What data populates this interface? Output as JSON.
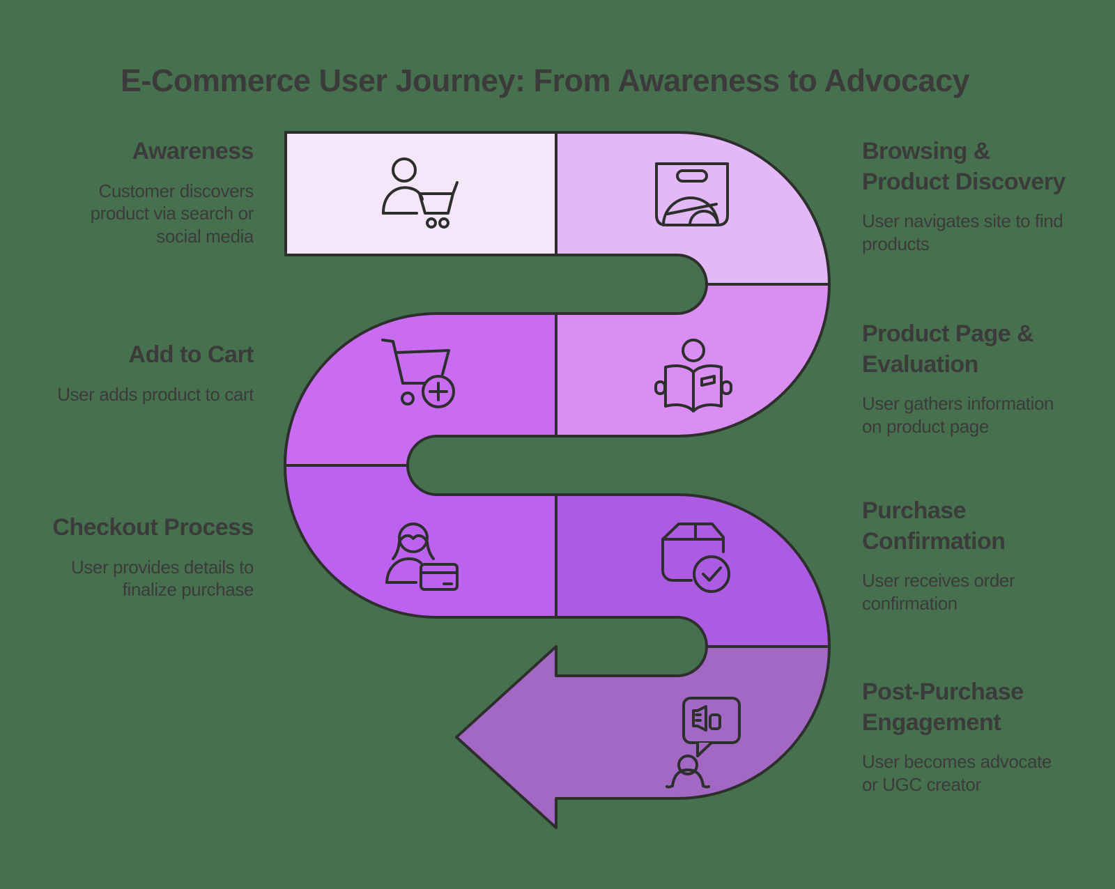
{
  "title": "E-Commerce User Journey: From Awareness to Advocacy",
  "colors": {
    "background": "#47714e",
    "outline": "#2d2f2d",
    "text": "#3b3b3b"
  },
  "steps": [
    {
      "title": "Awareness",
      "description": "Customer discovers\nproduct via search or\nsocial media",
      "color": "#f6e6fa",
      "icon": "person-with-cart-icon"
    },
    {
      "title": "Browsing &\nProduct Discovery",
      "description": "User navigates site to find\nproducts",
      "color": "#e2b9f6",
      "icon": "shopping-bag-icon"
    },
    {
      "title": "Product Page &\nEvaluation",
      "description": "User gathers information\non product page",
      "color": "#da8ef2",
      "icon": "reading-person-icon"
    },
    {
      "title": "Add to Cart",
      "description": "User adds product to cart",
      "color": "#c96cf2",
      "icon": "cart-plus-icon"
    },
    {
      "title": "Checkout Process",
      "description": "User provides details to\nfinalize purchase",
      "color": "#bd62ef",
      "icon": "person-credit-card-icon"
    },
    {
      "title": "Purchase\nConfirmation",
      "description": "User receives order\nconfirmation",
      "color": "#ad5be3",
      "icon": "package-check-icon"
    },
    {
      "title": "Post-Purchase\nEngagement",
      "description": "User becomes advocate\nor UGC creator",
      "color": "#a268c4",
      "icon": "review-speech-bubble-icon"
    }
  ]
}
